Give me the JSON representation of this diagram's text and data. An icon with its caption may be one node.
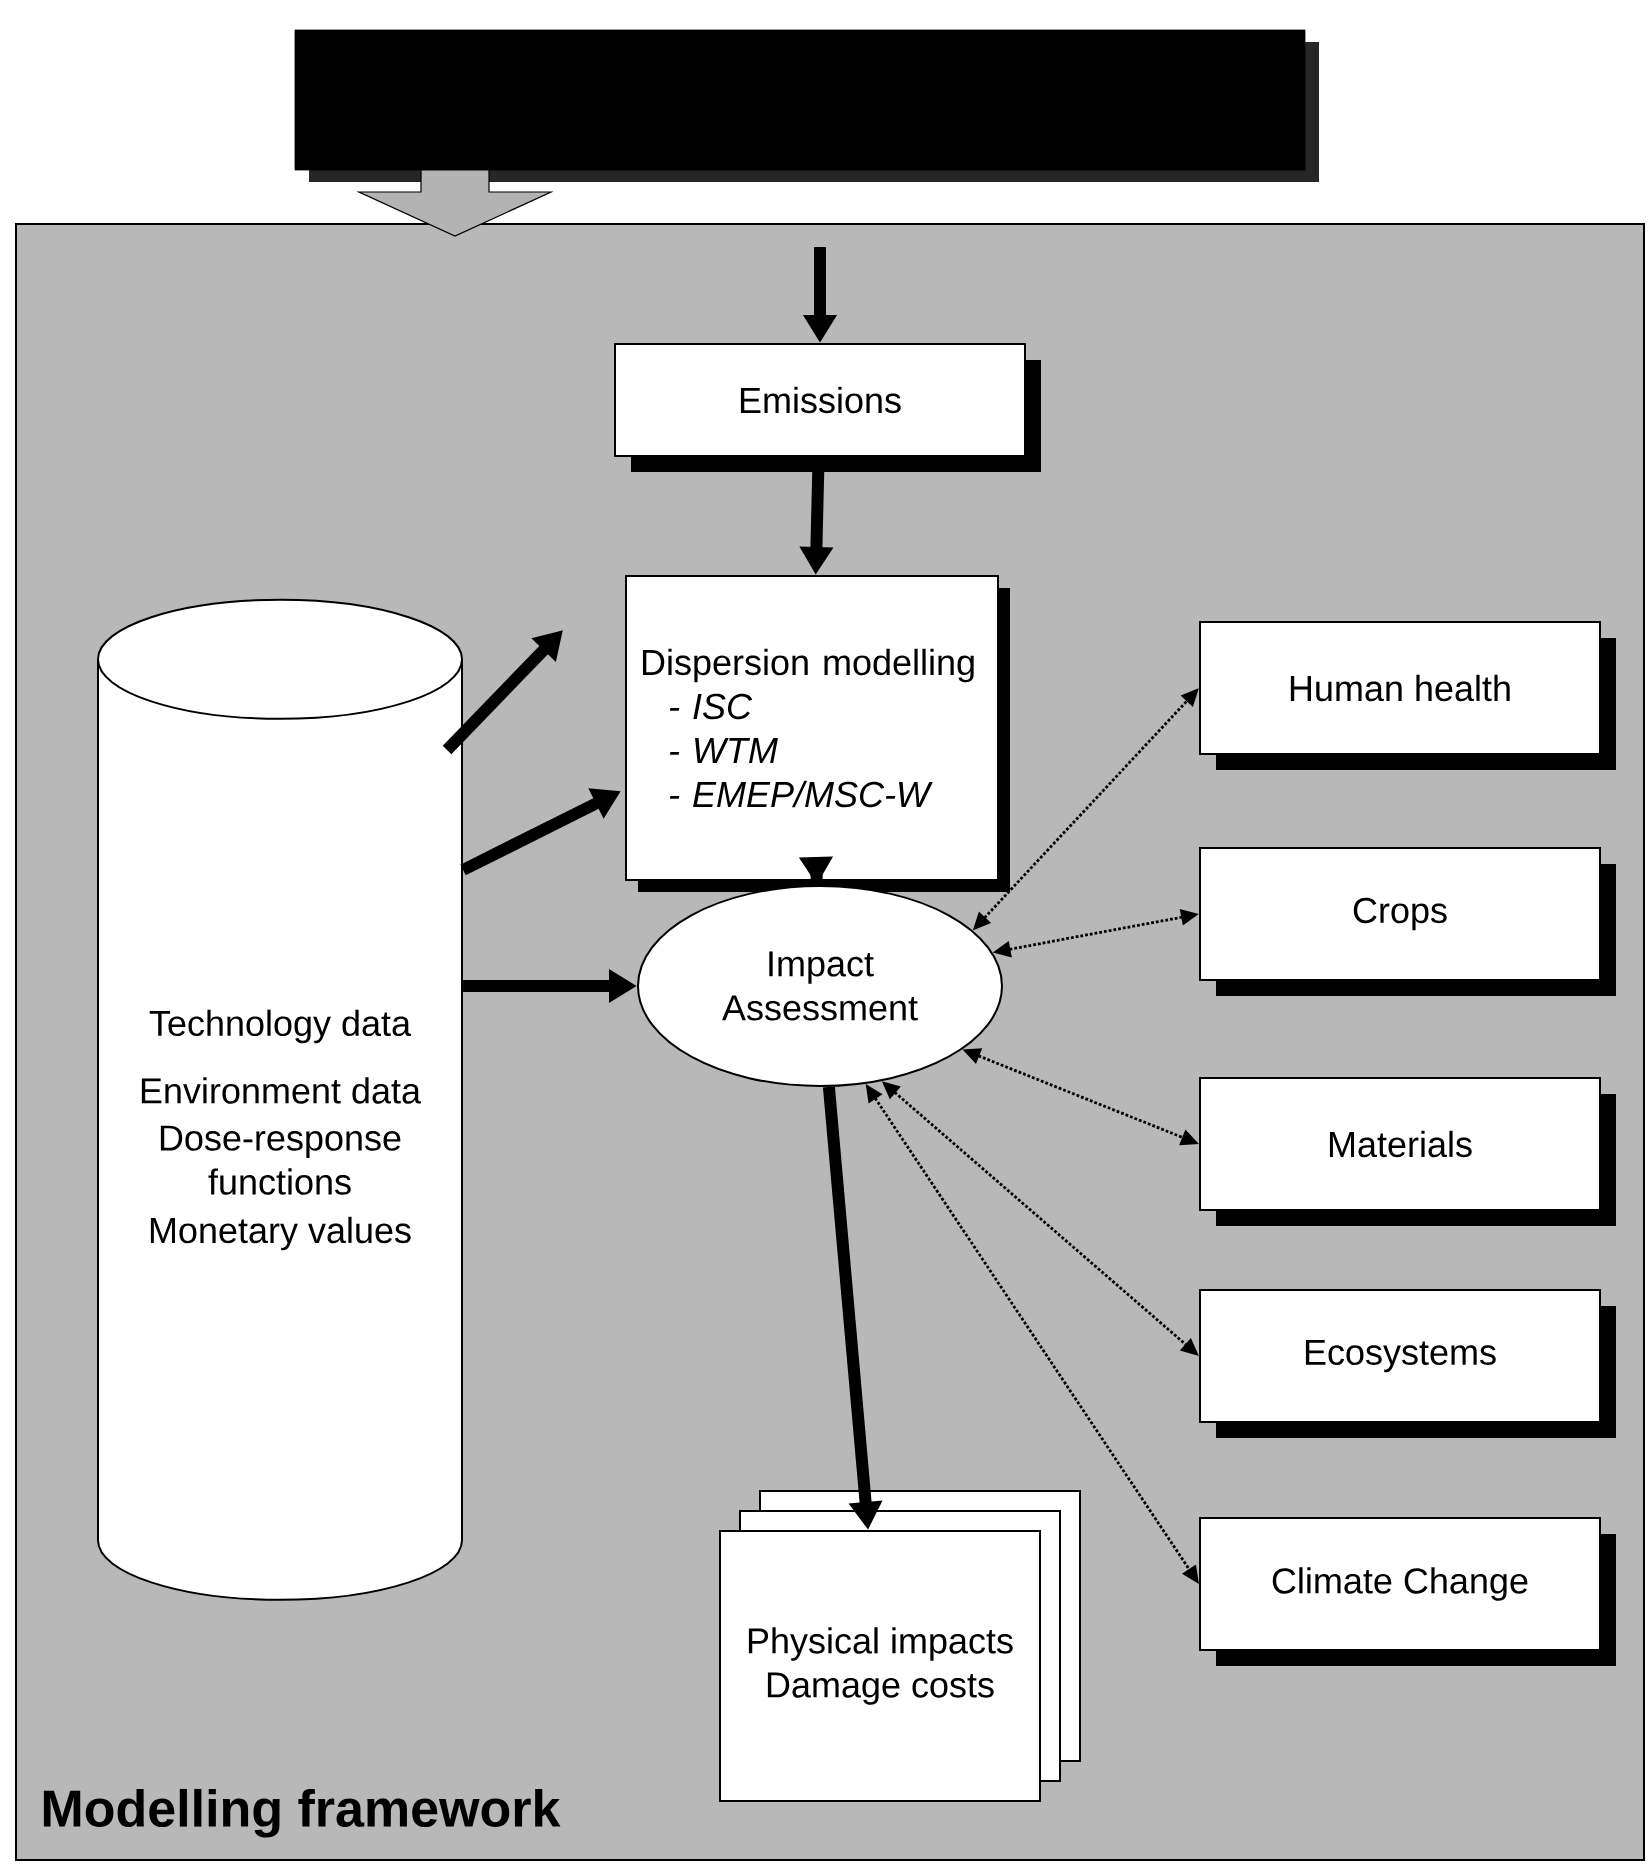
{
  "diagram": {
    "nodes": [
      {
        "text": [],
        "shape": "box"
      },
      {
        "text": [
          "Modelling framework"
        ]
      },
      {
        "text": [
          "Emissions"
        ],
        "in": 1
      },
      {
        "text": [
          "Dispersion modelling",
          "- ISC",
          "- WTM",
          "- EMEP/MSC-W"
        ],
        "in": 1
      },
      {
        "text": [
          "Technology data",
          "Environment data",
          "Dose-response functions",
          "Monetary values"
        ],
        "in": 1
      },
      {
        "text": [
          "Impact Assessment"
        ],
        "in": 1
      },
      {
        "text": [
          "Human health"
        ],
        "in": 1
      },
      {
        "text": [
          "Crops"
        ],
        "in": 1
      },
      {
        "text": [
          "Materials"
        ],
        "in": 1
      },
      {
        "text": [
          "Ecosystems"
        ],
        "in": 1
      },
      {
        "text": [
          "Climate Change"
        ],
        "in": 1
      },
      {
        "text": [
          "Physical impacts",
          "Damage costs"
        ],
        "in": 1
      }
    ],
    "edges": [
      {
        "from": 0,
        "to": 1,
        "arrow": "to",
        "style": "thick",
        "color": "#b3b3b3"
      },
      {
        "from": null,
        "to": 2,
        "arrow": "to"
      },
      {
        "from": 2,
        "to": 3,
        "arrow": "to"
      },
      {
        "from": 4,
        "to": null,
        "arrow": "to"
      },
      {
        "from": 4,
        "to": 3,
        "arrow": "to"
      },
      {
        "from": 3,
        "to": 5,
        "arrow": "to"
      },
      {
        "from": 4,
        "to": 5,
        "arrow": "to"
      },
      {
        "from": 5,
        "to": 6,
        "arrow": "both",
        "style": "dashed"
      },
      {
        "from": 5,
        "to": 7,
        "arrow": "both",
        "style": "dashed"
      },
      {
        "from": 5,
        "to": 8,
        "arrow": "both",
        "style": "dashed"
      },
      {
        "from": 5,
        "to": 9,
        "arrow": "both",
        "style": "dashed"
      },
      {
        "from": 5,
        "to": 10,
        "arrow": "both",
        "style": "dashed"
      },
      {
        "from": 5,
        "to": 11,
        "arrow": "to"
      }
    ]
  }
}
